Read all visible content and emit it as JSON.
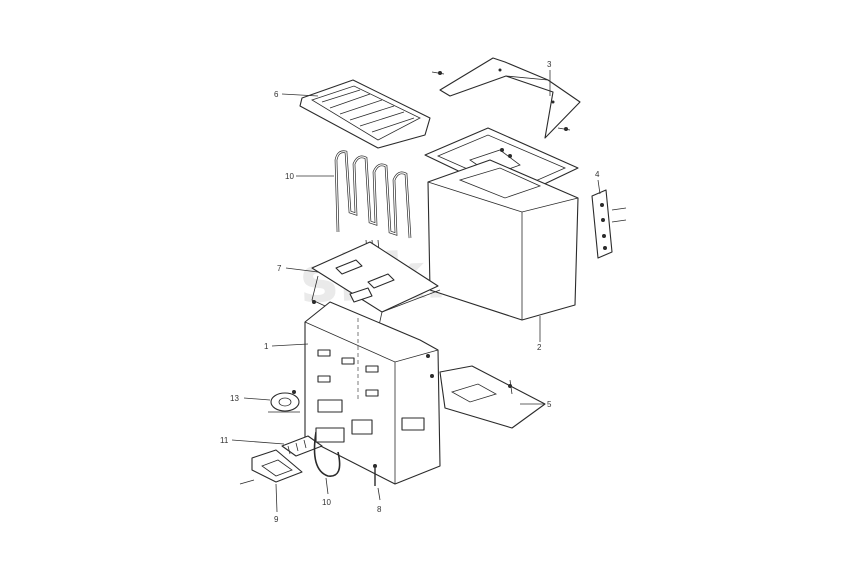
{
  "watermark": "slikin",
  "callouts": {
    "housing": "1",
    "outer_cover": "2",
    "top_bracket": "3",
    "terminal_strip": "4",
    "bottom_plate": "5",
    "stone_grate": "6",
    "element_holder": "7",
    "screw": "8",
    "control_panel": "9",
    "heating_element": "10",
    "lower_cable": "10",
    "connector_block": "11",
    "thermostat": "13"
  }
}
